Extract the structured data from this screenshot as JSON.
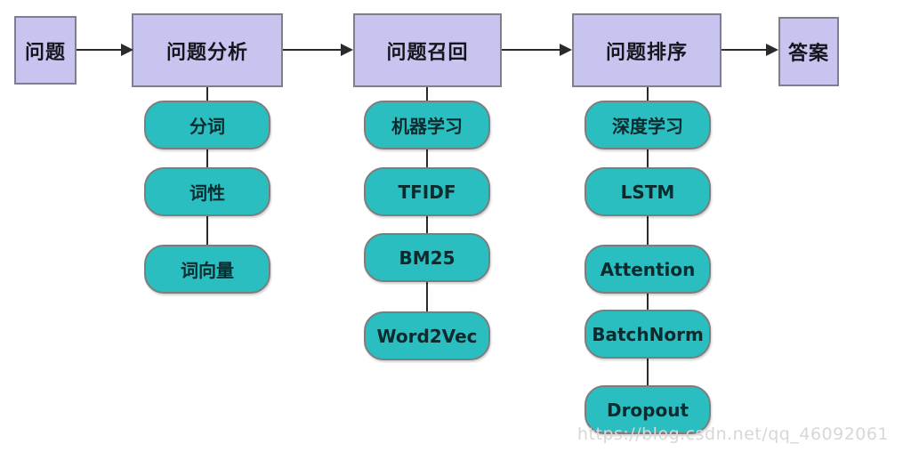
{
  "diagram_title": "qa-pipeline-flowchart",
  "flow": {
    "nodes": [
      {
        "id": "question",
        "label": "问题"
      },
      {
        "id": "analysis",
        "label": "问题分析"
      },
      {
        "id": "recall",
        "label": "问题召回"
      },
      {
        "id": "ranking",
        "label": "问题排序"
      },
      {
        "id": "answer",
        "label": "答案"
      }
    ]
  },
  "columns": [
    {
      "parent": "问题分析",
      "items": [
        {
          "label": "分词"
        },
        {
          "label": "词性"
        },
        {
          "label": "词向量"
        }
      ]
    },
    {
      "parent": "问题召回",
      "items": [
        {
          "label": "机器学习"
        },
        {
          "label": "TFIDF"
        },
        {
          "label": "BM25"
        },
        {
          "label": "Word2Vec"
        }
      ]
    },
    {
      "parent": "问题排序",
      "items": [
        {
          "label": "深度学习"
        },
        {
          "label": "LSTM"
        },
        {
          "label": "Attention"
        },
        {
          "label": "BatchNorm"
        },
        {
          "label": "Dropout"
        }
      ]
    }
  ],
  "watermark": "https://blog.csdn.net/qq_46092061",
  "colors": {
    "node_fill": "#c7c5f0",
    "node_border": "#7e7e8e",
    "pill_fill": "#2abec0",
    "pill_border": "#7d7d7d",
    "line_color": "#2b2b2b",
    "text_color": "#15151d",
    "watermark_color": "#d7d7d7",
    "bg_color": "#ffffff"
  }
}
